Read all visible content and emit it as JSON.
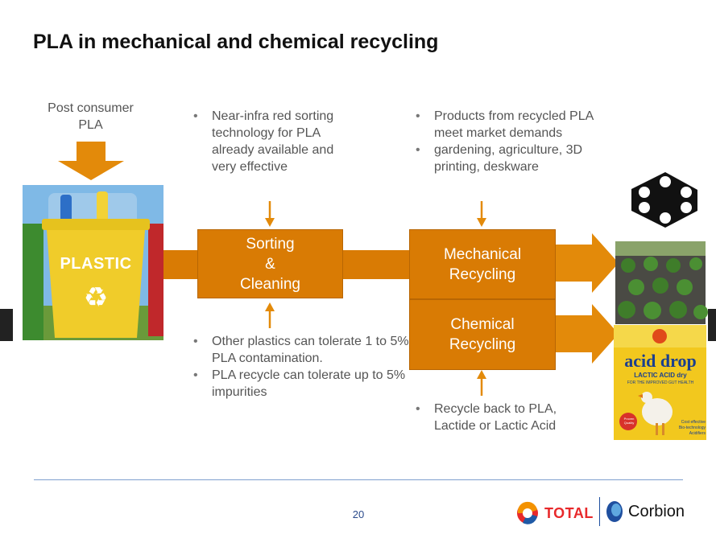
{
  "title": "PLA in mechanical and chemical recycling",
  "input_label": {
    "line1": "Post consumer",
    "line2": "PLA"
  },
  "bin": {
    "label": "PLASTIC",
    "icon": "recycle-icon"
  },
  "sorting_notes": [
    "Near-infra red sorting technology for PLA already available and very effective"
  ],
  "contamination_notes": [
    "Other plastics can tolerate 1 to 5% PLA contamination.",
    "PLA recycle can tolerate up to 5% impurities"
  ],
  "mechanical_notes": [
    "Products from recycled PLA meet market demands",
    "gardening, agriculture, 3D printing, deskware"
  ],
  "chemical_notes": [
    "Recycle back to PLA, Lactide or Lactic Acid"
  ],
  "boxes": {
    "sorting": {
      "line1": "Sorting",
      "line2": "&",
      "line3": "Cleaning"
    },
    "mechanical": {
      "line1": "Mechanical",
      "line2": "Recycling"
    },
    "chemical": {
      "line1": "Chemical",
      "line2": "Recycling"
    }
  },
  "product": {
    "brand": "acid drop",
    "subtitle": "LACTIC ACID dry",
    "tagline": "FOR THE IMPROVED GUT HEALTH",
    "badge": "Proven Quality",
    "claim": {
      "line1": "Cost effective",
      "line2": "Bio-technology",
      "line3": "Acidifiers"
    }
  },
  "footer": {
    "page": "20",
    "logo_total": "TOTAL",
    "logo_corbion": "Corbion"
  },
  "colors": {
    "orange": "#d97b04",
    "arrow": "#e38a0a",
    "text_gray": "#555555",
    "footer_line": "#7f9fcf"
  }
}
